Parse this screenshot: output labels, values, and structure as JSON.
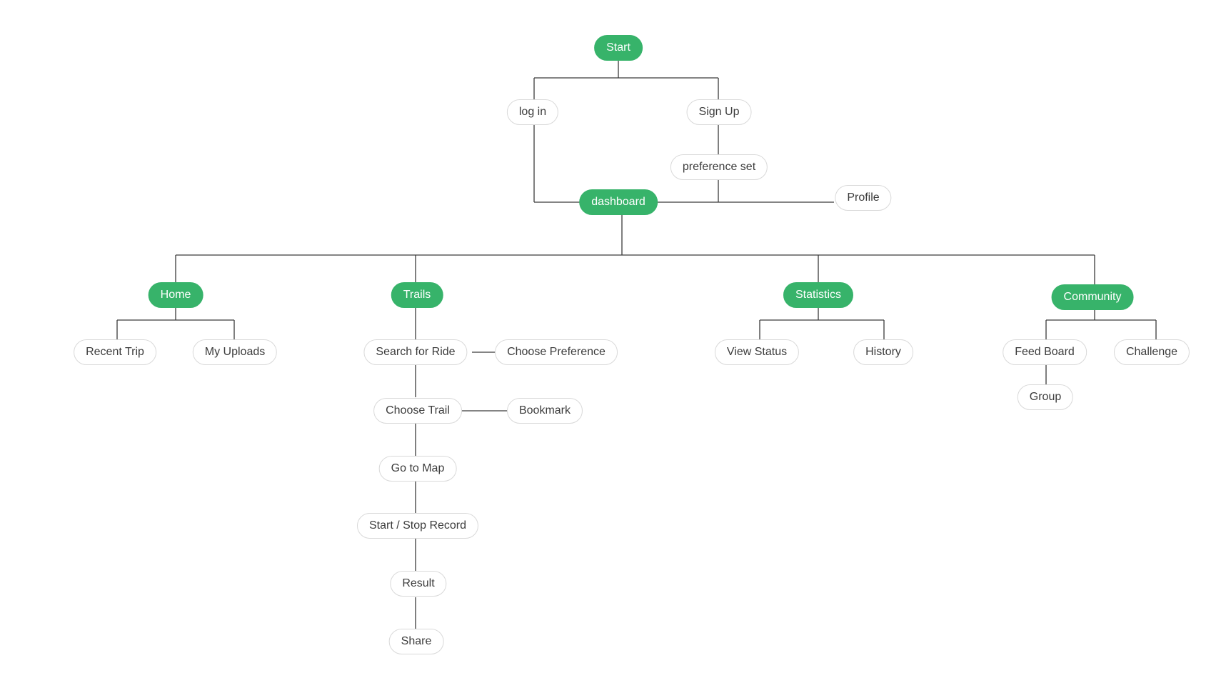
{
  "colors": {
    "primary_fill": "#37b36a",
    "secondary_border": "#d9d9d9",
    "text_dark": "#3c3c3c",
    "line": "#3a3a3a"
  },
  "nodes": {
    "start": "Start",
    "login": "log in",
    "signup": "Sign Up",
    "preference_set": "preference set",
    "dashboard": "dashboard",
    "profile": "Profile",
    "home": "Home",
    "trails": "Trails",
    "statistics": "Statistics",
    "community": "Community",
    "recent_trip": "Recent Trip",
    "my_uploads": "My Uploads",
    "search_for_ride": "Search for Ride",
    "choose_preference": "Choose Preference",
    "choose_trail": "Choose Trail",
    "bookmark": "Bookmark",
    "go_to_map": "Go to Map",
    "start_stop_record": "Start / Stop Record",
    "result": "Result",
    "share": "Share",
    "view_status": "View Status",
    "history": "History",
    "feed_board": "Feed Board",
    "challenge": "Challenge",
    "group": "Group"
  }
}
